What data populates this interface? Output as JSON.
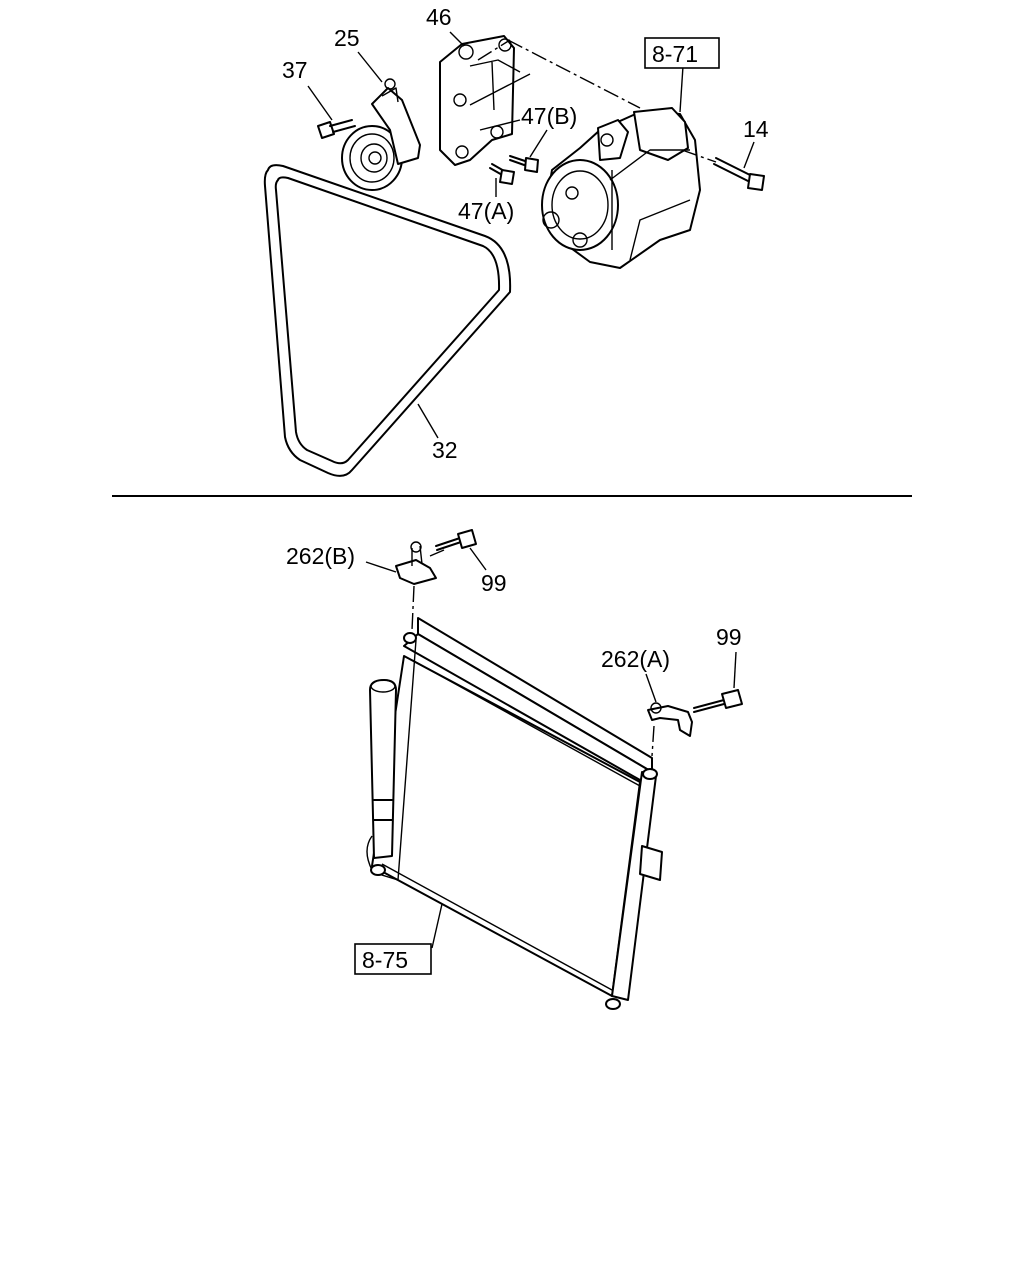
{
  "callouts": {
    "c46": "46",
    "c25": "25",
    "c37": "37",
    "c47b": "47(B)",
    "c47a": "47(A)",
    "c14": "14",
    "c32": "32",
    "c262b": "262(B)",
    "c99_left": "99",
    "c99_right": "99",
    "c262a": "262(A)"
  },
  "references": {
    "r871": "8-71",
    "r875": "8-75"
  }
}
